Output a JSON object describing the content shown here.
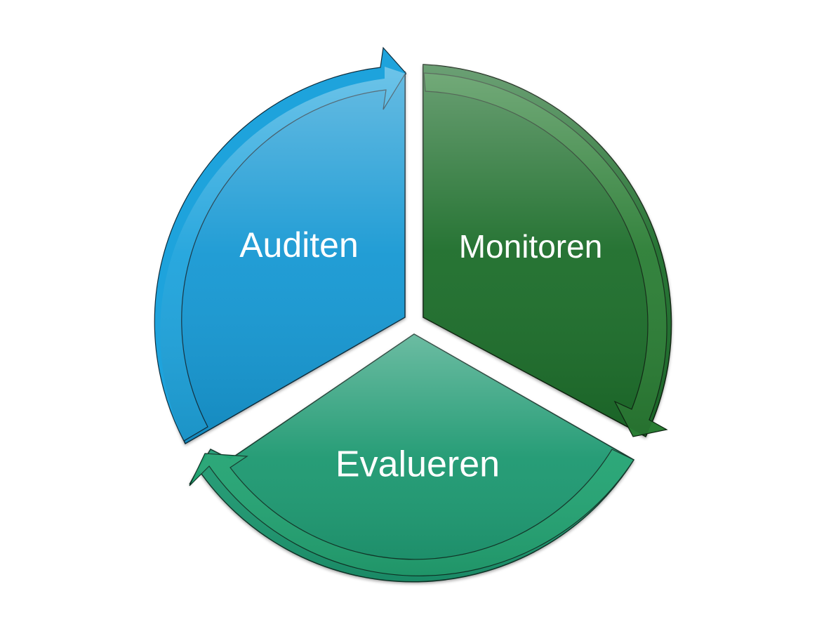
{
  "diagram": {
    "segments": [
      {
        "id": "auditen",
        "label": "Auditen",
        "color": "#1598d3",
        "arrow_color": "#1ea3dc"
      },
      {
        "id": "monitoren",
        "label": "Monitoren",
        "color": "#1e6d2a",
        "arrow_color": "#2a7d34"
      },
      {
        "id": "evalueren",
        "label": "Evalueren",
        "color": "#1e9870",
        "arrow_color": "#22a372"
      }
    ]
  }
}
